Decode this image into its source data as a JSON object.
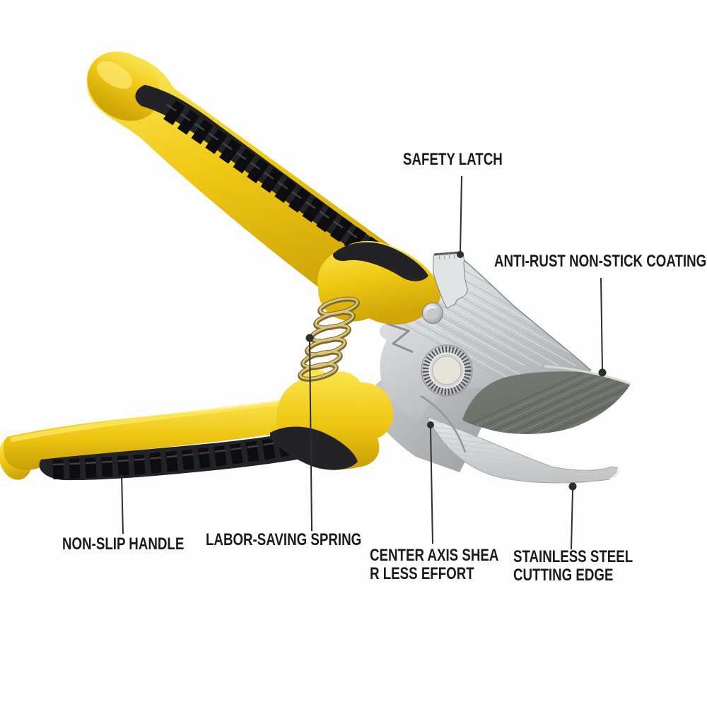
{
  "product_annotation": {
    "subject": "garden pruning shears with yellow and black handles",
    "background_color": "#fdfdfd",
    "callouts": {
      "safety_latch": {
        "text": "SAFETY LATCH"
      },
      "anti_rust_coating": {
        "text": "ANTI-RUST NON-STICK COATING"
      },
      "non_slip_handle": {
        "text": "NON-SLIP HANDLE"
      },
      "labor_saving_spring": {
        "text": "LABOR-SAVING SPRING"
      },
      "center_axis": {
        "line1": "CENTER AXIS SHEA",
        "line2": "R LESS EFFORT"
      },
      "stainless_steel": {
        "line1": "STAINLESS STEEL",
        "line2": "CUTTING EDGE"
      }
    },
    "colors": {
      "handle_yellow": "#f2ce1b",
      "grip_black": "#232327",
      "steel_light": "#d9dadc",
      "steel_mid": "#c0c2c5",
      "blade_coating_gray": "#6e746c",
      "spring_gold": "#a58c48",
      "label_text": "#1b1b1b",
      "callout_line": "#2e2e2e"
    }
  }
}
